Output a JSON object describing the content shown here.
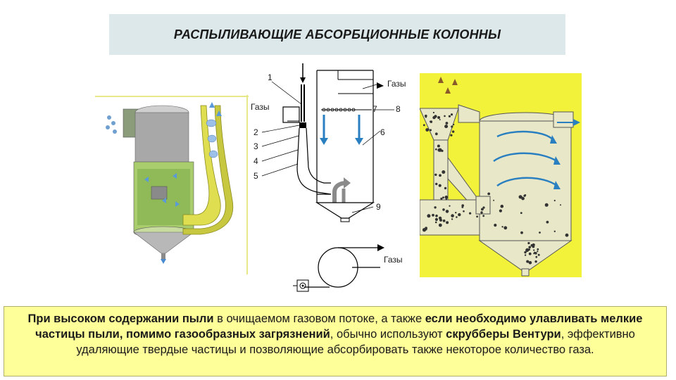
{
  "title": "РАСПЫЛИВАЮЩИЕ АБСОРБЦИОННЫЕ КОЛОННЫ",
  "schematic": {
    "labels": {
      "n1": "1",
      "n2": "2",
      "n3": "3",
      "n4": "4",
      "n5": "5",
      "n6": "6",
      "n7": "7",
      "n8": "8",
      "n9": "9",
      "gas_in": "Газы",
      "gas_out": "Газы",
      "gas_plan": "Газы"
    }
  },
  "caption": {
    "part1_bold": "При высоком содержании пыли",
    "part2": " в очищаемом газовом потоке, а также ",
    "part3_bold": "если необходимо улавливать мелкие частицы пыли, помимо газообразных загрязнений",
    "part4": ", обычно используют ",
    "part5_bold": "скрубберы Вентури",
    "part6": ", эффективно удаляющие твердые частицы и позволяющие абсорбировать также некоторое количество газа."
  },
  "colors": {
    "title_bg": "#dde8ea",
    "caption_bg": "#ffff99",
    "panel_yellow": "#f2f23a",
    "tower_green": "#a8c86a",
    "tower_gray": "#a0a0a0",
    "tube_yellow": "#dede50",
    "arrow_blue": "#2a7fc0"
  }
}
